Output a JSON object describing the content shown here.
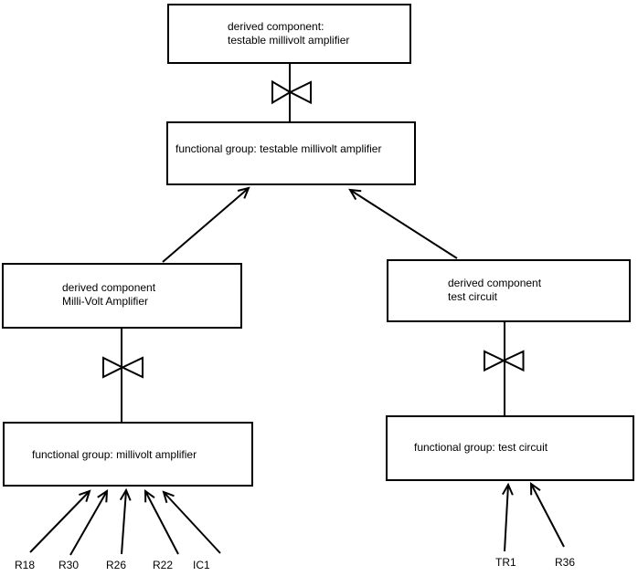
{
  "diagram": {
    "background_color": "#ffffff",
    "line_color": "#000000",
    "nodes": [
      {
        "id": "derived-testable-millivolt-amplifier",
        "lines": [
          "derived component:",
          "testable millivolt amplifier"
        ]
      },
      {
        "id": "functional-group-testable-millivolt-amplifier",
        "lines": [
          "functional group: testable millivolt amplifier"
        ]
      },
      {
        "id": "derived-milli-volt-amplifier",
        "lines": [
          "derived component",
          "Milli-Volt Amplifier"
        ]
      },
      {
        "id": "derived-test-circuit",
        "lines": [
          "derived component",
          "test circuit"
        ]
      },
      {
        "id": "functional-group-millivolt-amplifier",
        "lines": [
          "functional group: millivolt amplifier"
        ]
      },
      {
        "id": "functional-group-test-circuit",
        "lines": [
          "functional group: test circuit"
        ]
      }
    ],
    "component_labels": [
      "R18",
      "R30",
      "R26",
      "R22",
      "IC1",
      "TR1",
      "R36"
    ],
    "icons": {
      "decomposition_symbol": "bowtie-icon",
      "relation_end": "open-arrowhead-icon"
    },
    "edges": [
      {
        "from": "derived-testable-millivolt-amplifier",
        "to": "functional-group-testable-millivolt-amplifier",
        "symbol": "bowtie"
      },
      {
        "from": "derived-milli-volt-amplifier",
        "to": "functional-group-testable-millivolt-amplifier",
        "symbol": "arrow"
      },
      {
        "from": "derived-test-circuit",
        "to": "functional-group-testable-millivolt-amplifier",
        "symbol": "arrow"
      },
      {
        "from": "derived-milli-volt-amplifier",
        "to": "functional-group-millivolt-amplifier",
        "symbol": "bowtie"
      },
      {
        "from": "derived-test-circuit",
        "to": "functional-group-test-circuit",
        "symbol": "bowtie"
      },
      {
        "from": "R18",
        "to": "functional-group-millivolt-amplifier",
        "symbol": "arrow"
      },
      {
        "from": "R30",
        "to": "functional-group-millivolt-amplifier",
        "symbol": "arrow"
      },
      {
        "from": "R26",
        "to": "functional-group-millivolt-amplifier",
        "symbol": "arrow"
      },
      {
        "from": "R22",
        "to": "functional-group-millivolt-amplifier",
        "symbol": "arrow"
      },
      {
        "from": "IC1",
        "to": "functional-group-millivolt-amplifier",
        "symbol": "arrow"
      },
      {
        "from": "TR1",
        "to": "functional-group-test-circuit",
        "symbol": "arrow"
      },
      {
        "from": "R36",
        "to": "functional-group-test-circuit",
        "symbol": "arrow"
      }
    ]
  }
}
